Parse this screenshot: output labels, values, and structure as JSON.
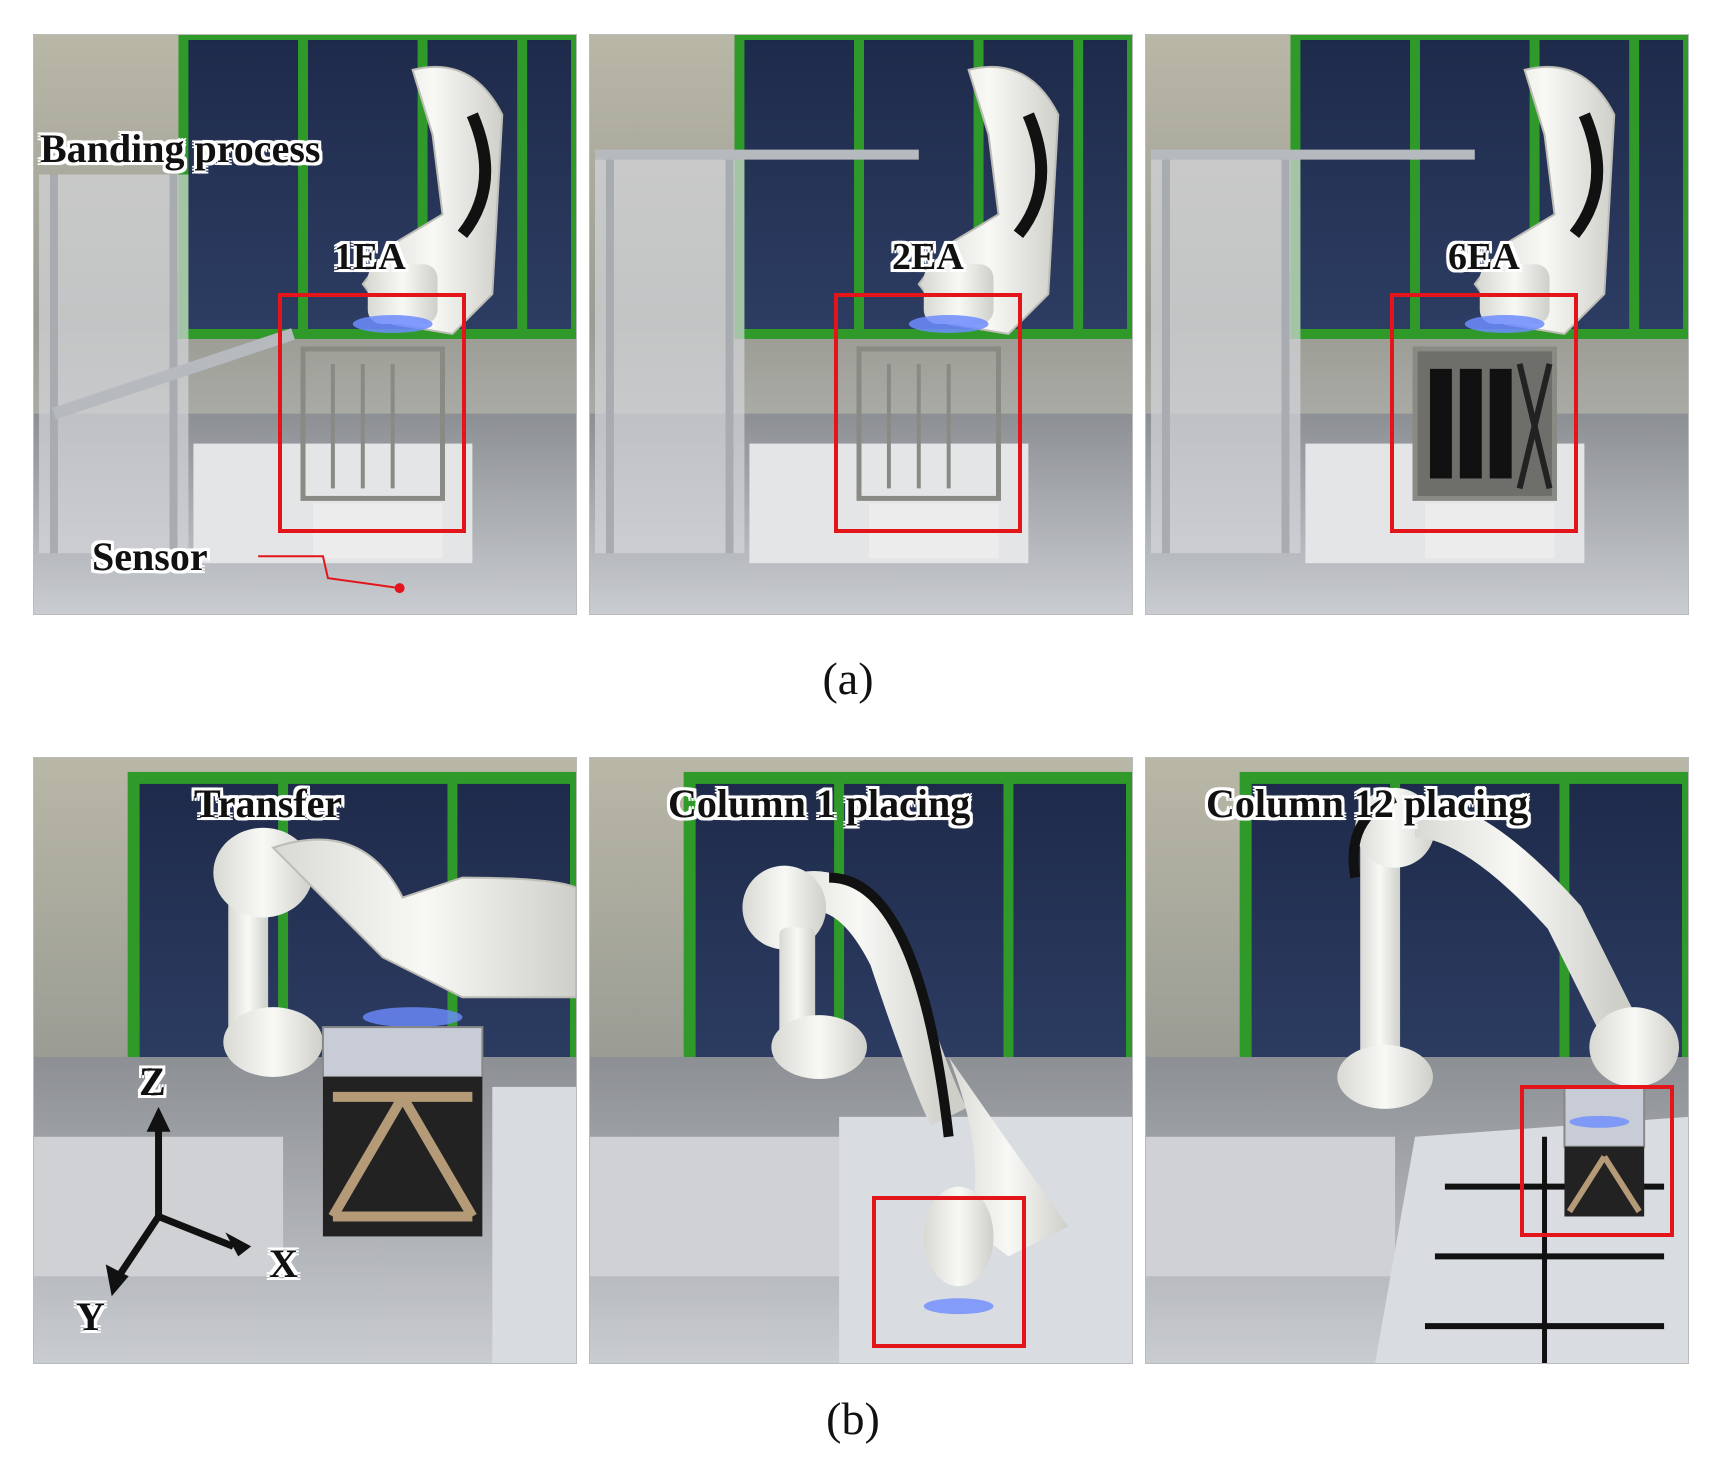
{
  "row_a": {
    "caption": "(a)",
    "panels": [
      {
        "title": "Banding process",
        "count": "1EA",
        "callout": "Sensor"
      },
      {
        "count": "2EA"
      },
      {
        "count": "6EA"
      }
    ]
  },
  "row_b": {
    "caption": "(b)",
    "panels": [
      {
        "title": "Transfer",
        "axes": {
          "z": "Z",
          "x": "X",
          "y": "Y"
        }
      },
      {
        "title": "Column 1 placing"
      },
      {
        "title": "Column 12 placing"
      }
    ]
  },
  "colors": {
    "highlight": "#e3151a",
    "frame_green": "#2f9a2a",
    "robot_white": "#eeeeea"
  }
}
